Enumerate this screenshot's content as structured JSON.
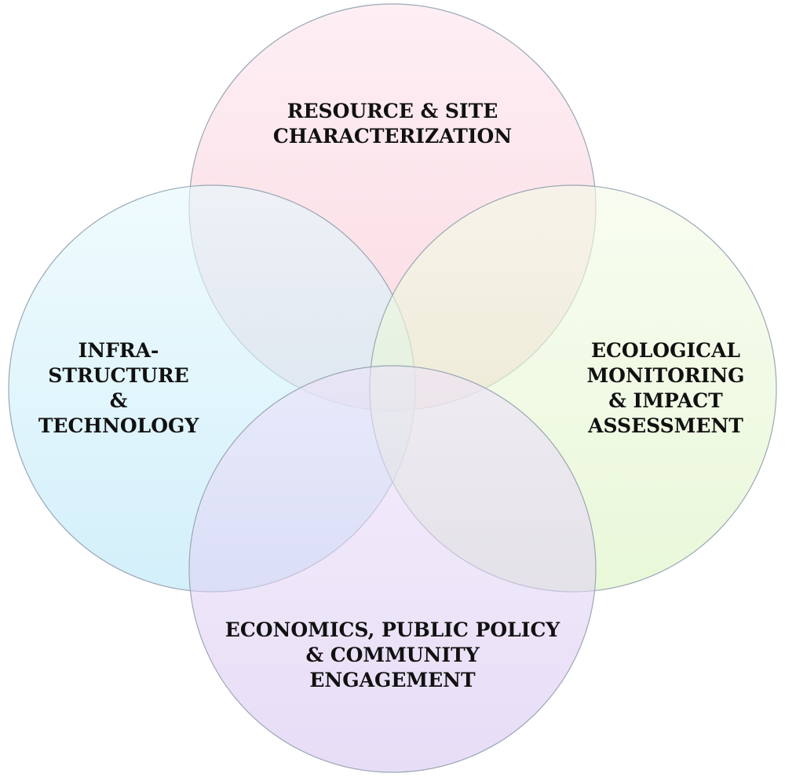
{
  "diagram": {
    "type": "venn",
    "circles": [
      {
        "id": "top",
        "label_lines": [
          "RESOURCE & SITE",
          "CHARACTERIZATION"
        ],
        "color_light": "#fdeaf2",
        "color_dark": "#f9cdd6"
      },
      {
        "id": "left",
        "label_lines": [
          "INFRA-",
          "STRUCTURE",
          "&",
          "TECHNOLOGY"
        ],
        "color_light": "#e6f9fd",
        "color_dark": "#b8e6f7"
      },
      {
        "id": "right",
        "label_lines": [
          "ECOLOGICAL",
          "MONITORING",
          "& IMPACT",
          "ASSESSMENT"
        ],
        "color_light": "#f4fbe8",
        "color_dark": "#dcf3c2"
      },
      {
        "id": "bottom",
        "label_lines": [
          "ECONOMICS, PUBLIC POLICY",
          "& COMMUNITY",
          "ENGAGEMENT"
        ],
        "color_light": "#ede3f9",
        "color_dark": "#d6c4f0"
      }
    ],
    "stroke_color": "#9aa7b4"
  }
}
